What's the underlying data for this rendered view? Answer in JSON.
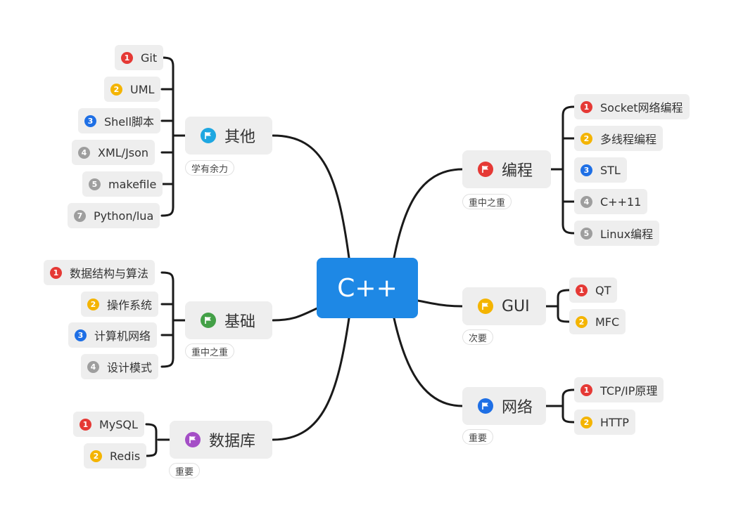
{
  "root": {
    "label": "C++",
    "color": "#1e88e5"
  },
  "branches": [
    {
      "id": "other",
      "label": "其他",
      "tag": "学有余力",
      "flag_color": "#1ea7e1",
      "items": [
        {
          "n": "1",
          "label": "Git",
          "color": "#e53935"
        },
        {
          "n": "2",
          "label": "UML",
          "color": "#f4b400"
        },
        {
          "n": "3",
          "label": "Shell脚本",
          "color": "#1e6fe5"
        },
        {
          "n": "4",
          "label": "XML/Json",
          "color": "#9e9e9e"
        },
        {
          "n": "5",
          "label": "makefile",
          "color": "#9e9e9e"
        },
        {
          "n": "7",
          "label": "Python/lua",
          "color": "#9e9e9e"
        }
      ]
    },
    {
      "id": "basics",
      "label": "基础",
      "tag": "重中之重",
      "flag_color": "#43a047",
      "items": [
        {
          "n": "1",
          "label": "数据结构与算法",
          "color": "#e53935"
        },
        {
          "n": "2",
          "label": "操作系统",
          "color": "#f4b400"
        },
        {
          "n": "3",
          "label": "计算机网络",
          "color": "#1e6fe5"
        },
        {
          "n": "4",
          "label": "设计模式",
          "color": "#9e9e9e"
        }
      ]
    },
    {
      "id": "database",
      "label": "数据库",
      "tag": "重要",
      "flag_color": "#a44ec6",
      "items": [
        {
          "n": "1",
          "label": "MySQL",
          "color": "#e53935"
        },
        {
          "n": "2",
          "label": "Redis",
          "color": "#f4b400"
        }
      ]
    },
    {
      "id": "programming",
      "label": "编程",
      "tag": "重中之重",
      "flag_color": "#e53935",
      "items": [
        {
          "n": "1",
          "label": "Socket网络编程",
          "color": "#e53935"
        },
        {
          "n": "2",
          "label": "多线程编程",
          "color": "#f4b400"
        },
        {
          "n": "3",
          "label": "STL",
          "color": "#1e6fe5"
        },
        {
          "n": "4",
          "label": "C++11",
          "color": "#9e9e9e"
        },
        {
          "n": "5",
          "label": "Linux编程",
          "color": "#9e9e9e"
        }
      ]
    },
    {
      "id": "gui",
      "label": "GUI",
      "tag": "次要",
      "flag_color": "#f4b400",
      "items": [
        {
          "n": "1",
          "label": "QT",
          "color": "#e53935"
        },
        {
          "n": "2",
          "label": "MFC",
          "color": "#f4b400"
        }
      ]
    },
    {
      "id": "network",
      "label": "网络",
      "tag": "重要",
      "flag_color": "#1e6fe5",
      "items": [
        {
          "n": "1",
          "label": "TCP/IP原理",
          "color": "#e53935"
        },
        {
          "n": "2",
          "label": "HTTP",
          "color": "#f4b400"
        }
      ]
    }
  ]
}
